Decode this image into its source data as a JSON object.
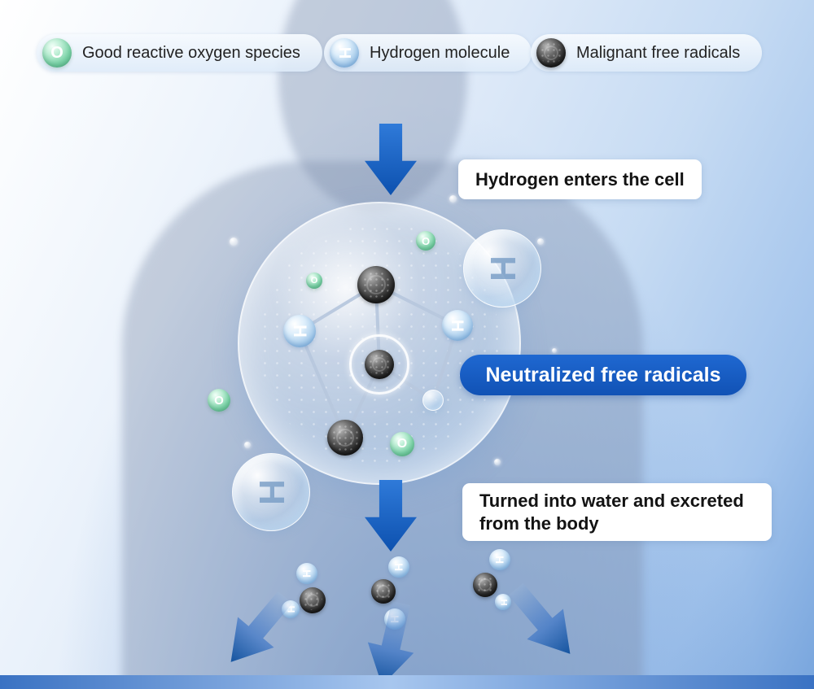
{
  "legend": {
    "items": [
      {
        "symbol": "O",
        "label": "Good reactive oxygen species"
      },
      {
        "symbol": "H",
        "label": "Hydrogen molecule"
      },
      {
        "symbol": "",
        "label": "Malignant free radicals"
      }
    ]
  },
  "symbols": {
    "hydrogen": "H",
    "oxygen": "O"
  },
  "callouts": {
    "enters": "Hydrogen enters the cell",
    "neutralized": "Neutralized free radicals",
    "excreted": "Turned into water and excreted from the body"
  },
  "colors": {
    "arrow_blue": "#1b63c6",
    "callout_blue": "#1557bd",
    "oxygen_green": "#63c391",
    "hydrogen_blue": "#8fbce4",
    "radical_dark": "#1a1a1a",
    "bottom_bar_blue": "#3a72c3"
  }
}
